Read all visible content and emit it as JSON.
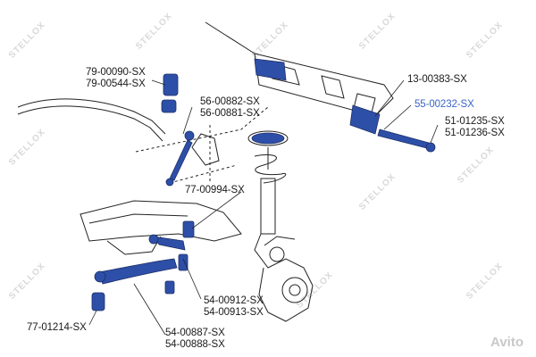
{
  "watermark": "STELLOX",
  "avito_watermark": "Avito",
  "labels": {
    "l_79_00090": "79-00090-SX",
    "l_79_00544": "79-00544-SX",
    "l_56_00882": "56-00882-SX",
    "l_56_00881": "56-00881-SX",
    "l_13_00383": "13-00383-SX",
    "l_55_00232": "55-00232-SX",
    "l_51_01235": "51-01235-SX",
    "l_51_01236": "51-01236-SX",
    "l_77_00994": "77-00994-SX",
    "l_54_00912": "54-00912-SX",
    "l_54_00913": "54-00913-SX",
    "l_77_01214": "77-01214-SX",
    "l_54_00887": "54-00887-SX",
    "l_54_00888": "54-00888-SX"
  },
  "highlight_color": "#3a64c8",
  "part_color": "#2e4fa8"
}
